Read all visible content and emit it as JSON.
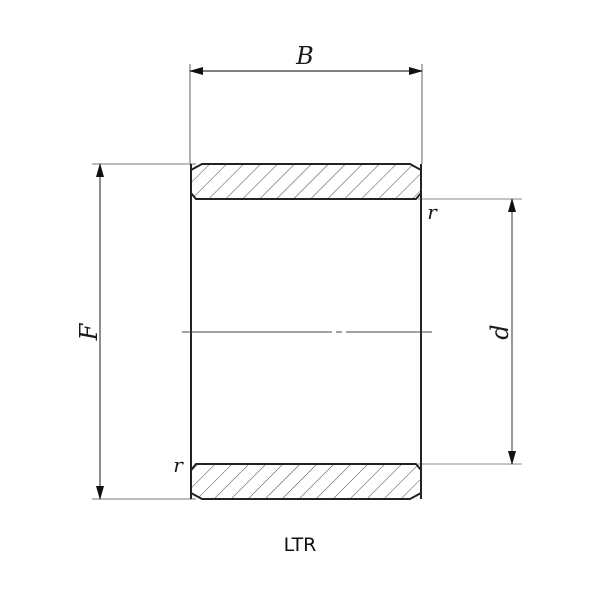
{
  "diagram": {
    "type": "bearing-cross-section",
    "dimensions": {
      "width_label": "B",
      "outer_diameter_label": "F",
      "inner_diameter_label": "d",
      "radius_label_top": "r",
      "radius_label_bottom": "r"
    },
    "caption": "LTR",
    "colors": {
      "outline": "#222222",
      "dimension_line": "#555555",
      "hatch": "#333333",
      "extension_line": "#888888"
    }
  }
}
